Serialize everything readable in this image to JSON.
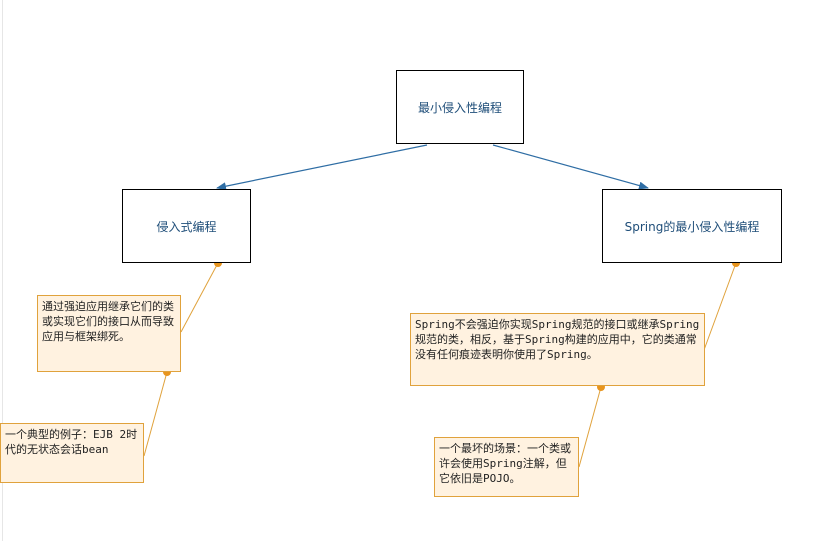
{
  "nodes": {
    "root": "最小侵入性编程",
    "invasive": "侵入式编程",
    "spring": "Spring的最小侵入性编程"
  },
  "notes": {
    "invasive_desc": "通过强迫应用继承它们的类或实现它们的接口从而导致应用与框架绑死。",
    "invasive_example": "一个典型的例子：EJB 2时代的无状态会话bean",
    "spring_desc": "Spring不会强迫你实现Spring规范的接口或继承Spring规范的类，相反，基于Spring构建的应用中，它的类通常没有任何痕迹表明你使用了Spring。",
    "spring_worst": "一个最坏的场景：一个类或许会使用Spring注解，但它依旧是POJO。"
  },
  "colors": {
    "arrow": "#2e6da4",
    "note_line": "#e0a23c",
    "note_dot": "#e8951e",
    "note_fill": "#fff2e0",
    "node_text": "#1f4e79"
  }
}
